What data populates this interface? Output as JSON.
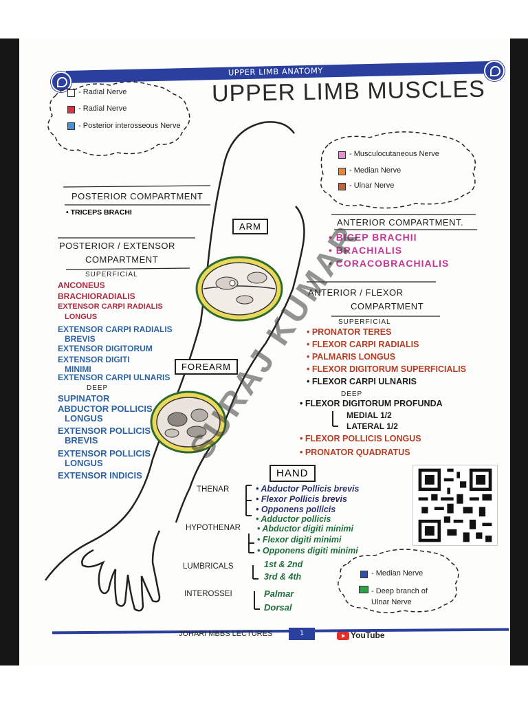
{
  "header": {
    "band_text": "UPPER LIMB ANATOMY",
    "title": "UPPER LIMB MUSCLES"
  },
  "legend_left": [
    {
      "label": "Radial Nerve",
      "color": "#ffffff"
    },
    {
      "label": "Radial Nerve",
      "color": "#d9343f"
    },
    {
      "label": "Posterior interosseous Nerve",
      "color": "#4a90d9"
    }
  ],
  "legend_right": [
    {
      "label": "Musculocutaneous Nerve",
      "color": "#e48fcf"
    },
    {
      "label": "Median Nerve",
      "color": "#e8863a"
    },
    {
      "label": "Ulnar Nerve",
      "color": "#c0623a"
    }
  ],
  "legend_bottom": [
    {
      "label": "Median Nerve",
      "color": "#2c4fb0"
    },
    {
      "label": "Deep branch of Ulnar Nerve",
      "color": "#2fa04a"
    }
  ],
  "arm_box": "ARM",
  "forearm_box": "FOREARM",
  "hand_box": "HAND",
  "left": {
    "posterior_compartment": "POSTERIOR COMPARTMENT",
    "triceps": "• TRICEPS BRACHI",
    "posterior_extensor": "POSTERIOR / EXTENSOR",
    "compartment": "COMPARTMENT",
    "superficial": "SUPERFICIAL",
    "superficial_items": [
      "ANCONEUS",
      "BRACHIORADIALIS",
      "EXTENSOR CARPI RADIALIS",
      "LONGUS",
      "EXTENSOR CARPI RADIALIS",
      "BREVIS",
      "EXTENSOR DIGITORUM",
      "EXTENSOR DIGITI",
      "MINIMI",
      "EXTENSOR CARPI ULNARIS"
    ],
    "deep": "DEEP",
    "deep_items": [
      "SUPINATOR",
      "ABDUCTOR POLLICIS",
      "LONGUS",
      "EXTENSOR POLLICIS",
      "BREVIS",
      "EXTENSOR POLLICIS",
      "LONGUS",
      "EXTENSOR INDICIS"
    ]
  },
  "right": {
    "anterior_compartment": "ANTERIOR COMPARTMENT.",
    "anterior_items": [
      "• BICEP BRACHII",
      "• BRACHIALIS",
      "• CORACOBRACHIALIS"
    ],
    "anterior_flexor": "ANTERIOR / FLEXOR",
    "compartment": "COMPARTMENT",
    "superficial": "SUPERFICIAL",
    "superficial_items": [
      "• PRONATOR TERES",
      "• FLEXOR CARPI RADIALIS",
      "• PALMARIS LONGUS",
      "• FLEXOR DIGITORUM SUPERFICIALIS"
    ],
    "fcu": "• FLEXOR CARPI ULNARIS",
    "deep": "DEEP",
    "fdp": "• FLEXOR DIGITORUM PROFUNDA",
    "medial": "MEDIAL 1/2",
    "lateral": "LATERAL 1/2",
    "deep_items": [
      "• FLEXOR POLLICIS LONGUS",
      "• PRONATOR QUADRATUS"
    ]
  },
  "hand": {
    "thenar": "THENAR",
    "thenar_items": [
      "• Abductor Pollicis brevis",
      "• Flexor Pollicis brevis",
      "• Opponens pollicis",
      "• Adductor pollicis"
    ],
    "hypothenar": "HYPOTHENAR",
    "hypothenar_items": [
      "• Abductor digiti minimi",
      "• Flexor digiti minimi",
      "• Opponens digiti minimi"
    ],
    "lumbricals": "LUMBRICALS",
    "lumbricals_items": [
      "1st & 2nd",
      "3rd & 4th"
    ],
    "interossei": "INTEROSSEI",
    "interossei_items": [
      "Palmar",
      "Dorsal"
    ]
  },
  "watermark": "SURAJ KUMAR",
  "footer": {
    "text": "JOHARI MBBS LECTURES",
    "page": "1",
    "youtube": "YouTube"
  }
}
